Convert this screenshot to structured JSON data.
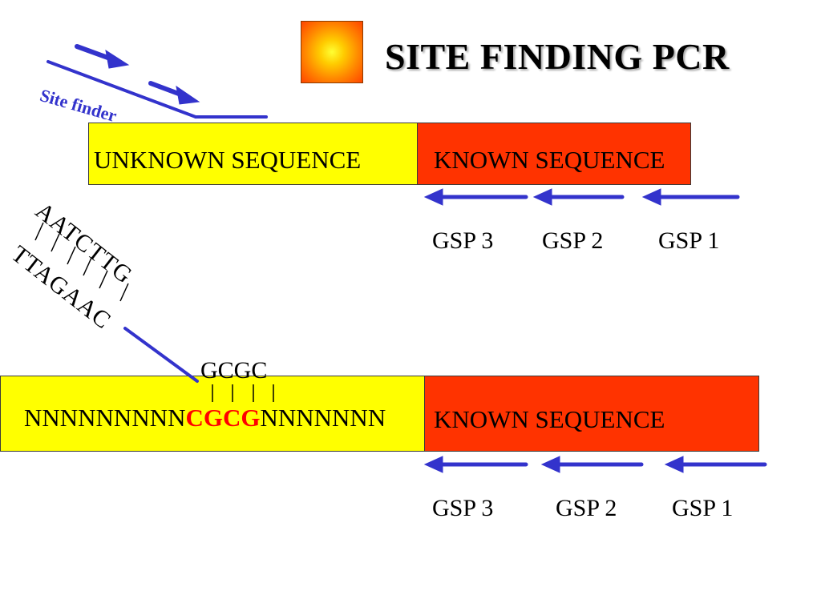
{
  "title": "SITE FINDING PCR",
  "site_finder_label": "Site finder",
  "top_panel": {
    "unknown_label": "UNKNOWN SEQUENCE",
    "known_label": "KNOWN SEQUENCE",
    "gsp_labels": [
      "GSP 3",
      "GSP 2",
      "GSP 1"
    ]
  },
  "oligo": {
    "top_strand": "AATCTTG",
    "bottom_strand": "TTAGAAC",
    "pairing_marks": "| | | | | |"
  },
  "bottom_panel": {
    "motif_top": "GCGC",
    "seq_prefix": "NNNNNNNNN",
    "seq_motif": "CGCG",
    "seq_suffix": "NNNNNNN",
    "known_label": "KNOWN SEQUENCE",
    "gsp_labels": [
      "GSP 3",
      "GSP 2",
      "GSP 1"
    ]
  },
  "colors": {
    "unknown_region": "#ffff00",
    "known_region": "#ff3300",
    "primer_arrow": "#3333cc",
    "motif_highlight": "#ff0000"
  }
}
